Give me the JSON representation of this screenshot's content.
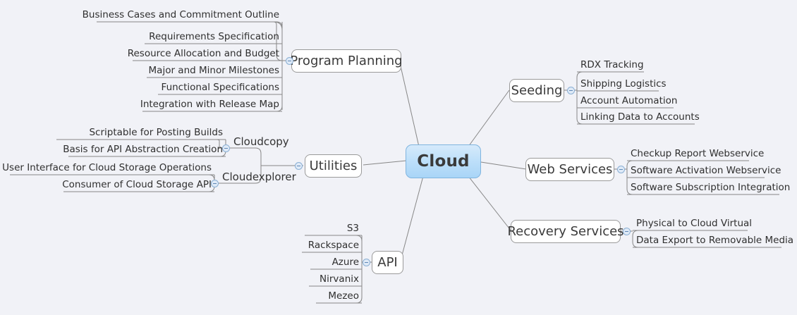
{
  "diagram": {
    "type": "mindmap",
    "background_color": "#f1f2f7",
    "root": {
      "label": "Cloud",
      "fill_start": "#d6eafb",
      "fill_end": "#a9d5f7",
      "border_color": "#7fb4df"
    },
    "branches": [
      {
        "label": "Program Planning",
        "side": "left",
        "children": [
          {
            "label": "Business Cases and Commitment Outline"
          },
          {
            "label": "Requirements Specification"
          },
          {
            "label": "Resource Allocation and Budget"
          },
          {
            "label": "Major and Minor Milestones"
          },
          {
            "label": "Functional Specifications"
          },
          {
            "label": "Integration with Release Map"
          }
        ]
      },
      {
        "label": "Utilities",
        "side": "left",
        "children": [
          {
            "label": "Cloudcopy",
            "children": [
              {
                "label": "Scriptable for Posting Builds"
              },
              {
                "label": "Basis for API Abstraction Creation"
              }
            ]
          },
          {
            "label": "Cloudexplorer",
            "children": [
              {
                "label": "User Interface for Cloud Storage Operations"
              },
              {
                "label": "Consumer of Cloud Storage API"
              }
            ]
          }
        ]
      },
      {
        "label": "API",
        "side": "left",
        "children": [
          {
            "label": "S3"
          },
          {
            "label": "Rackspace"
          },
          {
            "label": "Azure"
          },
          {
            "label": "Nirvanix"
          },
          {
            "label": "Mezeo"
          }
        ]
      },
      {
        "label": "Seeding",
        "side": "right",
        "children": [
          {
            "label": "RDX Tracking"
          },
          {
            "label": "Shipping Logistics"
          },
          {
            "label": "Account Automation"
          },
          {
            "label": "Linking Data to Accounts"
          }
        ]
      },
      {
        "label": "Web Services",
        "side": "right",
        "children": [
          {
            "label": "Checkup Report Webservice"
          },
          {
            "label": "Software Activation Webservice"
          },
          {
            "label": "Software Subscription Integration"
          }
        ]
      },
      {
        "label": "Recovery Services",
        "side": "right",
        "children": [
          {
            "label": "Physical to Cloud  Virtual"
          },
          {
            "label": "Data Export to Removable Media"
          }
        ]
      }
    ],
    "toggle_icon": "collapse-minus-icon"
  }
}
